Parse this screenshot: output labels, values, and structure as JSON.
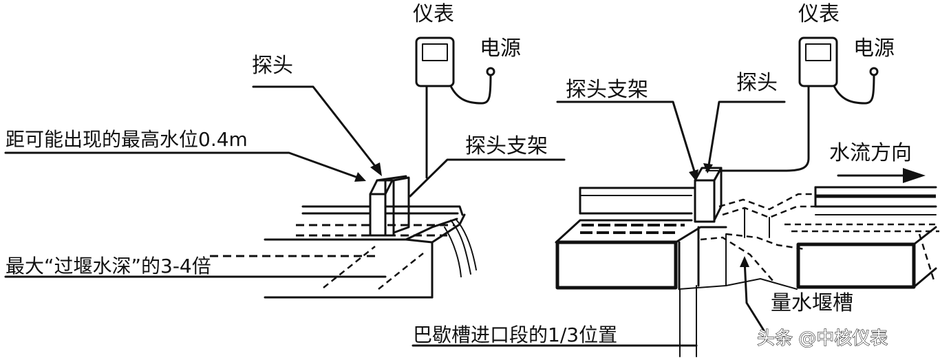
{
  "left_diagram": {
    "meter_label": "仪表",
    "power_label": "电源",
    "probe_label": "探头",
    "bracket_label": "探头支架",
    "height_note": "距可能出现的最高水位0.4m",
    "depth_note": "最大“过堰水深”的3-4倍"
  },
  "right_diagram": {
    "meter_label": "仪表",
    "power_label": "电源",
    "probe_label": "探头",
    "bracket_label": "探头支架",
    "flow_label": "水流方向",
    "flume_label": "量水堰槽",
    "position_note": "巴歇槽进口段的1/3位置"
  },
  "watermark": "头条 @中核仪表"
}
